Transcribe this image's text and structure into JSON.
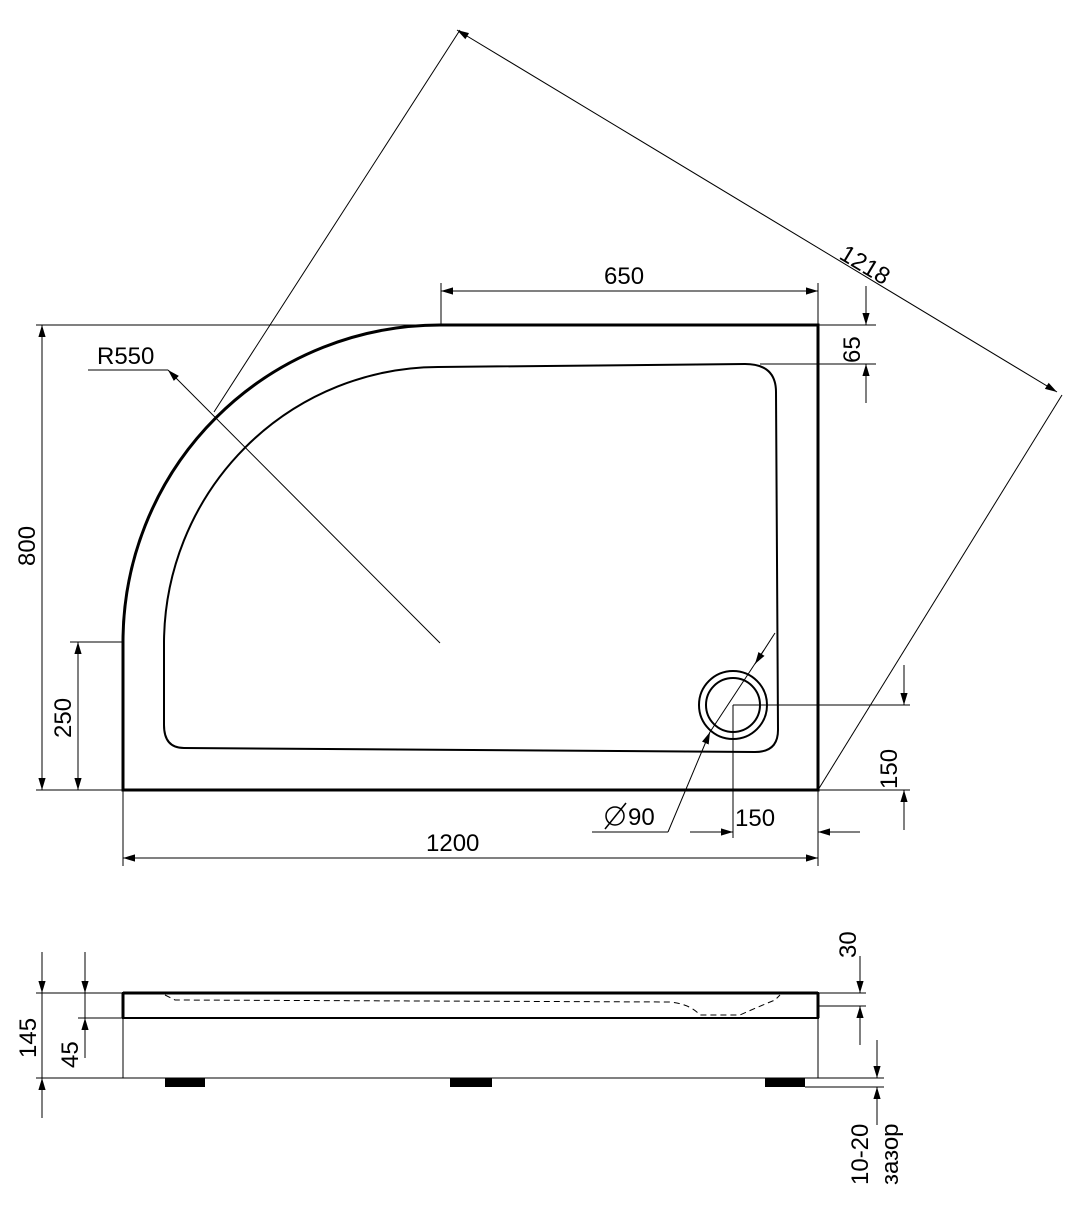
{
  "labels": {
    "radius": "R550",
    "diagonal": "1218",
    "top_width": "650",
    "rim_width": "65",
    "total_depth": "800",
    "straight_side": "250",
    "total_width": "1200",
    "drain_diameter": "90",
    "drain_offset_x": "150",
    "drain_offset_y": "150",
    "rim_height": "30",
    "total_height": "145",
    "body_height": "45",
    "gap_value": "10-20",
    "gap_word": "зазор"
  },
  "symbols": {
    "diameter": "diameter-icon"
  }
}
